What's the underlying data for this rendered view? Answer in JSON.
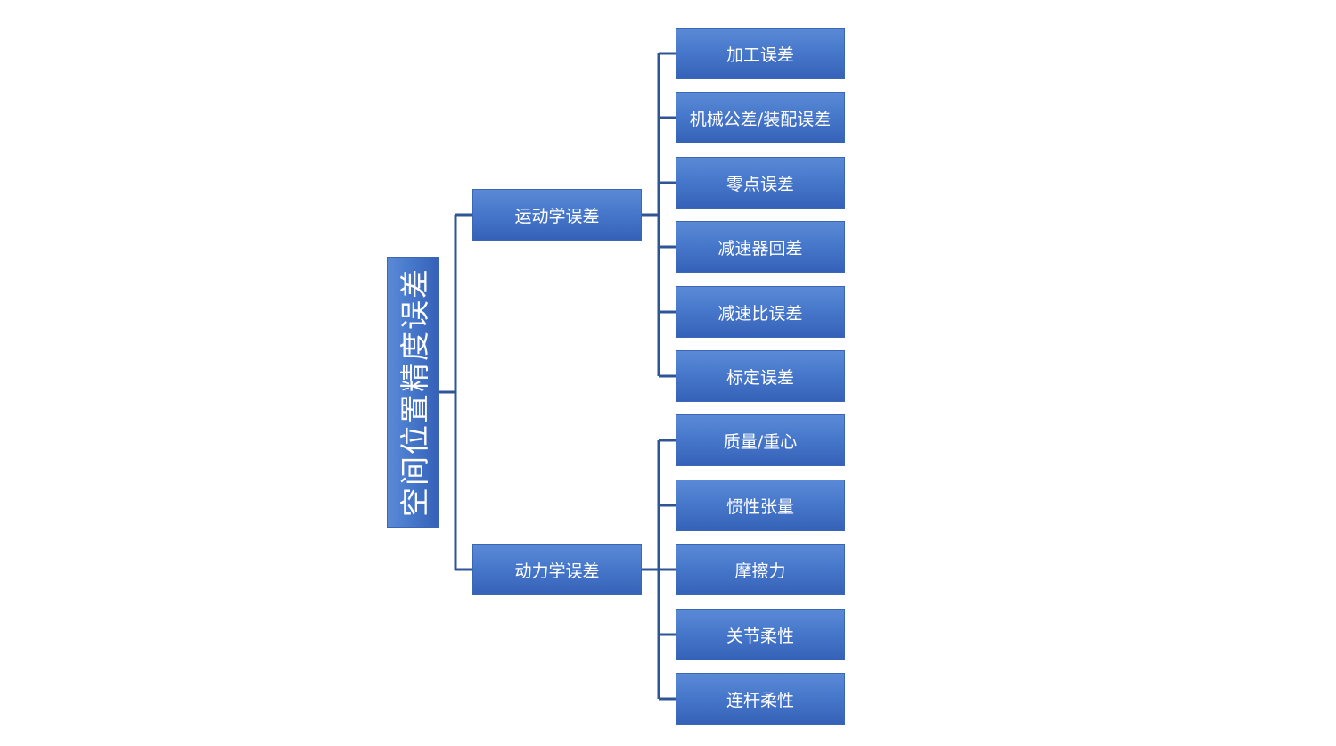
{
  "diagram": {
    "root": {
      "label": "空间位置精度误差"
    },
    "branches": [
      {
        "label": "运动学误差",
        "children": [
          "加工误差",
          "机械公差/装配误差",
          "零点误差",
          "减速器回差",
          "减速比误差",
          "标定误差"
        ]
      },
      {
        "label": "动力学误差",
        "children": [
          "质量/重心",
          "惯性张量",
          "摩擦力",
          "关节柔性",
          "连杆柔性"
        ]
      }
    ],
    "colors": {
      "node_fill": "#4472C4",
      "connector": "#2F5597",
      "text": "#FFFFFF"
    }
  }
}
